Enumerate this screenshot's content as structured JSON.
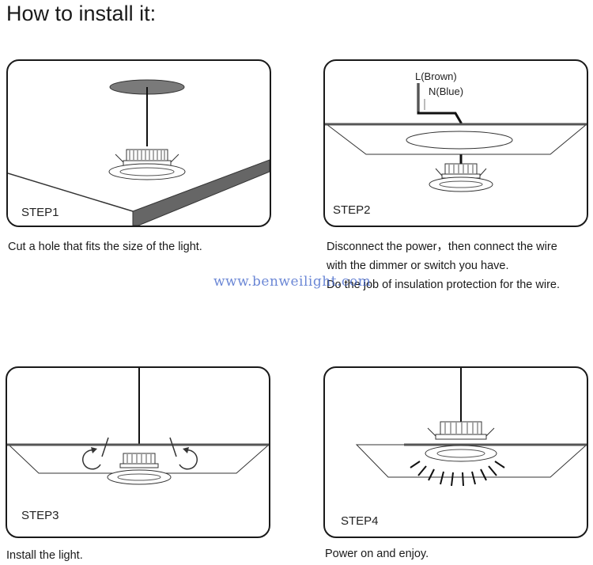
{
  "page": {
    "title": "How to install it:",
    "watermark": "www.benweilight.com"
  },
  "steps": [
    {
      "label": "STEP1",
      "caption_lines": [
        "Cut a hole that fits the size of the light."
      ]
    },
    {
      "label": "STEP2",
      "caption_lines": [
        "Disconnect the power，then connect the wire",
        "with the dimmer or switch you have.",
        "Do the job of insulation protection for the wire."
      ],
      "wire_labels": [
        "L(Brown)",
        "N(Blue)"
      ]
    },
    {
      "label": "STEP3",
      "caption_lines": [
        "Install the light."
      ]
    },
    {
      "label": "STEP4",
      "caption_lines": [
        "Power on and enjoy."
      ]
    }
  ]
}
